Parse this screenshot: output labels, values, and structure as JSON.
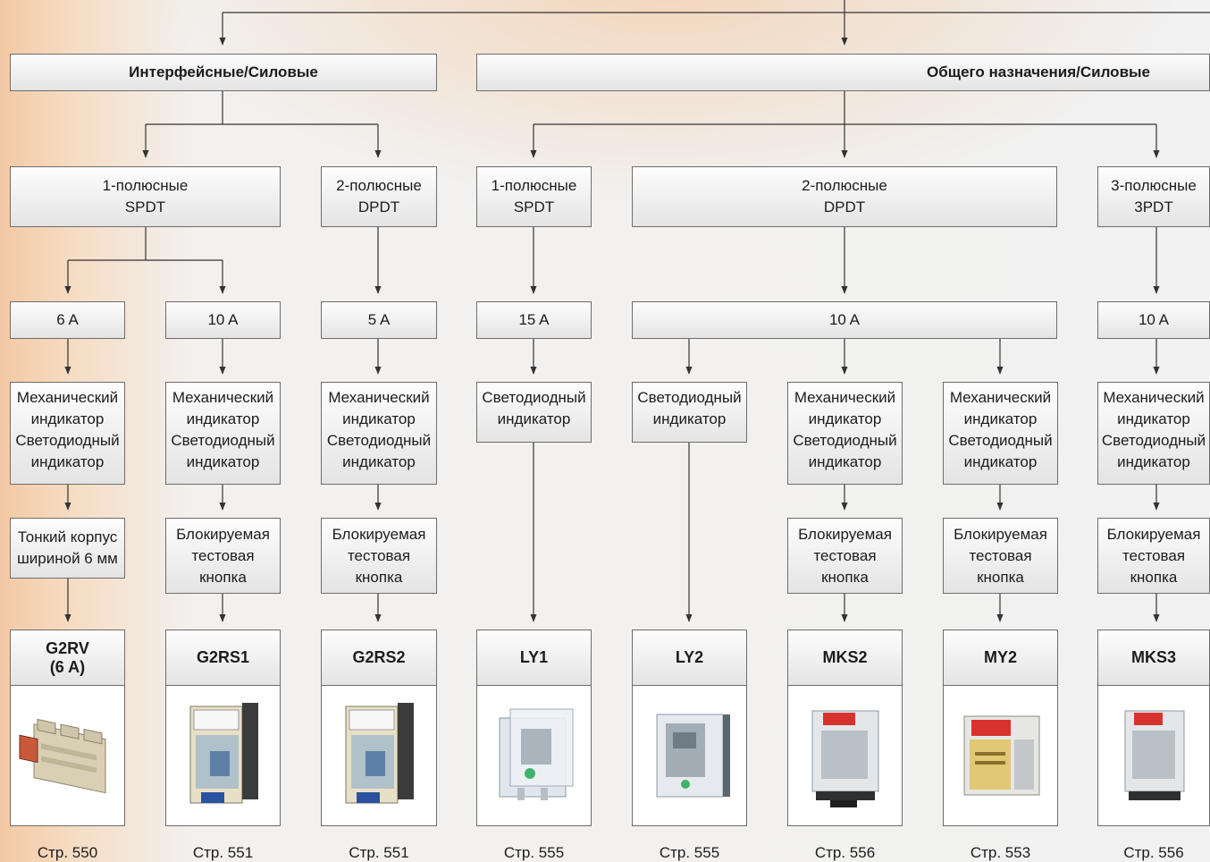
{
  "categories": {
    "interface": "Интерфейсные/Силовые",
    "general": "Общего назначения/Силовые"
  },
  "poles": {
    "if_1": "1-полюсные\nSPDT",
    "if_2": "2-полюсные\nDPDT",
    "g_1": "1-полюсные\nSPDT",
    "g_2": "2-полюсные\nDPDT",
    "g_3": "3-полюсные\n3PDT"
  },
  "currents": {
    "c1": "6 A",
    "c2": "10 A",
    "c3": "5 A",
    "c4": "15 A",
    "c5": "10 A",
    "c6": "10 A"
  },
  "indicators": {
    "i1": "Механический\nиндикатор\nСветодиодный\nиндикатор",
    "i2": "Механический\nиндикатор\nСветодиодный\nиндикатор",
    "i3": "Механический\nиндикатор\nСветодиодный\nиндикатор",
    "i4": "Светодиодный\nиндикатор",
    "i5": "Светодиодный\nиндикатор",
    "i6": "Механический\nиндикатор\nСветодиодный\nиндикатор",
    "i7": "Механический\nиндикатор\nСветодиодный\nиндикатор",
    "i8": "Механический\nиндикатор\nСветодиодный\nиндикатор"
  },
  "features": {
    "f1": "Тонкий корпус\nшириной 6 мм",
    "f2": "Блокируемая\nтестовая\nкнопка",
    "f3": "Блокируемая\nтестовая\nкнопка",
    "f6": "Блокируемая\nтестовая\nкнопка",
    "f7": "Блокируемая\nтестовая\nкнопка",
    "f8": "Блокируемая\nтестовая\nкнопка"
  },
  "products": [
    {
      "model": "G2RV\n(6 A)",
      "page": "Стр. 550",
      "image": "g2rv-relay-image"
    },
    {
      "model": "G2RS1",
      "page": "Стр. 551",
      "image": "g2rs-relay-image"
    },
    {
      "model": "G2RS2",
      "page": "Стр. 551",
      "image": "g2rs-relay-image"
    },
    {
      "model": "LY1",
      "page": "Стр. 555",
      "image": "ly-relay-image"
    },
    {
      "model": "LY2",
      "page": "Стр. 555",
      "image": "ly-relay-image"
    },
    {
      "model": "MKS2",
      "page": "Стр. 556",
      "image": "mks-relay-image"
    },
    {
      "model": "MY2",
      "page": "Стр. 553",
      "image": "my-relay-image"
    },
    {
      "model": "MKS3",
      "page": "Стр. 556",
      "image": "mks-relay-image"
    }
  ]
}
